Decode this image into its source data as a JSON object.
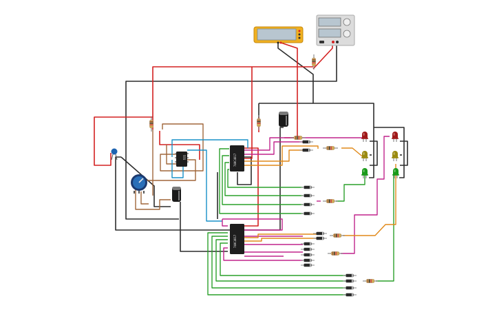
{
  "colors": {
    "red": "#d42020",
    "black": "#2c2c2c",
    "brown": "#a0663a",
    "blue": "#1890c8",
    "green": "#2aa02a",
    "magenta": "#c0248c",
    "orange": "#e08818",
    "led_red": "#a01818",
    "led_yellow": "#9a8a10",
    "led_green": "#1a9a1a",
    "multimeter_body": "#f0b020",
    "supply_body": "#dcdcdc"
  },
  "instruments": {
    "multimeter": {
      "display_text": ""
    },
    "power_supply": {
      "display_top": "",
      "display_bottom": ""
    }
  },
  "chips": [
    {
      "id": "u1",
      "label": "555"
    },
    {
      "id": "u2",
      "label": "74HC4017"
    },
    {
      "id": "u3",
      "label": "74HC4017"
    }
  ]
}
